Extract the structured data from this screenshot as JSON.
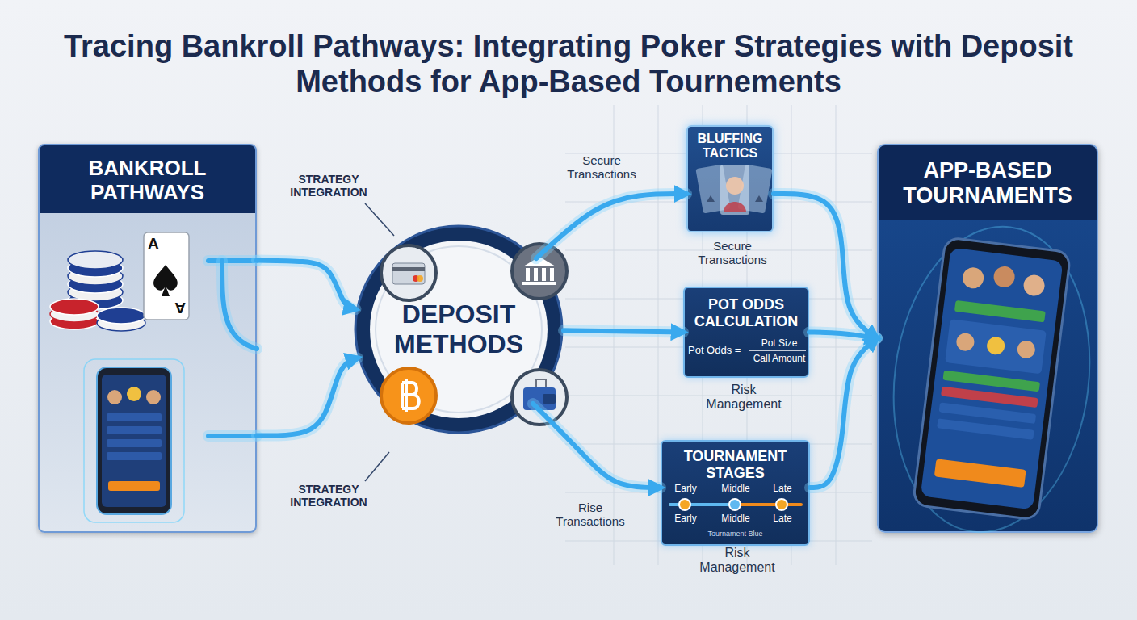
{
  "diagram": {
    "title": "Tracing Bankroll Pathways: Integrating Poker Strategies with Deposit Methods for App-Based Tournements",
    "nodes": [
      {
        "text": [
          "BANKROLL PATHWAYS"
        ]
      },
      {
        "text": [
          "DEPOSIT METHODS"
        ]
      },
      {
        "text": [
          "BLUFFING TACTICS"
        ]
      },
      {
        "text": [
          "POT ODDS CALCULATION",
          "Pot Odds =",
          "Pot Size",
          "Call Amount"
        ]
      },
      {
        "text": [
          "TOURNAMENT STAGES",
          "Early",
          "Middle",
          "Late",
          "Early",
          "Middle",
          "Late",
          "Tournament Blue"
        ]
      },
      {
        "text": [
          "APP-BASED TOURNAMENTS"
        ]
      }
    ],
    "edges": [
      {
        "from": 0,
        "to": 1,
        "arrow": "to"
      },
      {
        "from": 0,
        "to": 1,
        "arrow": "to"
      },
      {
        "from": 1,
        "to": 2,
        "arrow": "to",
        "label": "Secure Transactions"
      },
      {
        "from": 1,
        "to": 3,
        "arrow": "to"
      },
      {
        "from": 1,
        "to": 4,
        "arrow": "to",
        "label": "Rise Transactions"
      },
      {
        "from": 2,
        "to": 5,
        "arrow": "to"
      },
      {
        "from": 3,
        "to": 5,
        "arrow": "to"
      },
      {
        "from": 4,
        "to": 5,
        "arrow": "to"
      }
    ],
    "labels": [
      "STRATEGY INTEGRATION",
      "STRATEGY INTEGRATION",
      "Secure Transactions",
      "Risk Management",
      "Risk Management",
      "A",
      "A"
    ]
  }
}
